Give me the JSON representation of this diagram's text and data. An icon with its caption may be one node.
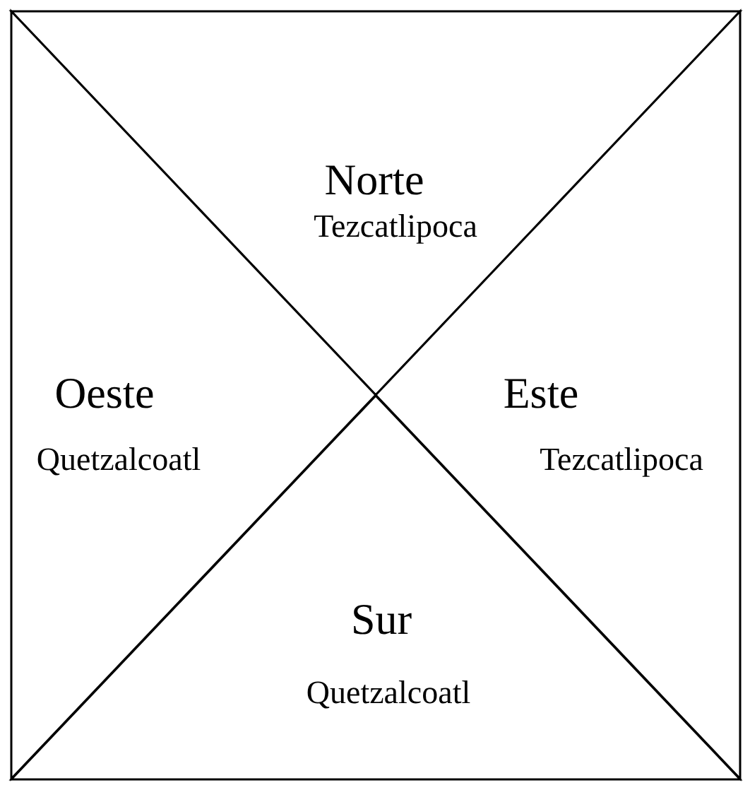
{
  "diagram": {
    "nodes": [
      {
        "text": [
          "Norte",
          "Tezcatlipoca"
        ]
      },
      {
        "text": [
          "Oeste",
          "Quetzalcoatl"
        ]
      },
      {
        "text": [
          "Este",
          "Tezcatlipoca"
        ]
      },
      {
        "text": [
          "Sur",
          "Quetzalcoatl"
        ]
      }
    ]
  }
}
